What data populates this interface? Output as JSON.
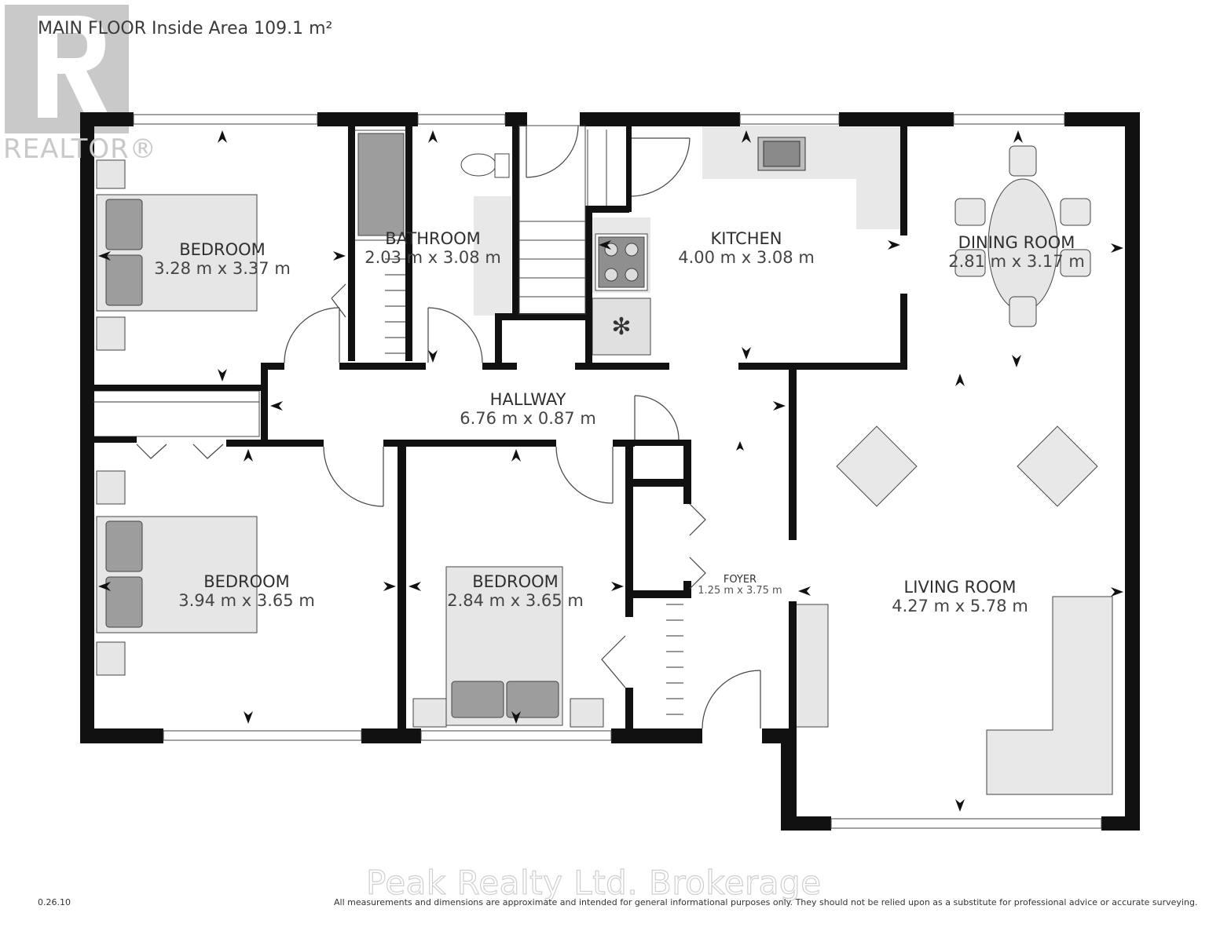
{
  "title": "MAIN FLOOR Inside Area 109.1 m²",
  "realtor_logo": {
    "letter": "R",
    "text": "REALTOR®"
  },
  "rooms": {
    "bedroom_1": {
      "name": "BEDROOM",
      "dims": "3.28 m x 3.37 m"
    },
    "bathroom": {
      "name": "BATHROOM",
      "dims": "2.03 m x 3.08 m"
    },
    "kitchen": {
      "name": "KITCHEN",
      "dims": "4.00 m x 3.08 m"
    },
    "dining_room": {
      "name": "DINING ROOM",
      "dims": "2.81 m x 3.17 m"
    },
    "hallway": {
      "name": "HALLWAY",
      "dims": "6.76 m x 0.87 m"
    },
    "bedroom_2": {
      "name": "BEDROOM",
      "dims": "3.94 m x 3.65 m"
    },
    "bedroom_3": {
      "name": "BEDROOM",
      "dims": "2.84 m x 3.65 m"
    },
    "foyer": {
      "name": "FOYER",
      "dims": "1.25 m x 3.75 m"
    },
    "living_room": {
      "name": "LIVING ROOM",
      "dims": "4.27 m x 5.78 m"
    }
  },
  "footer": {
    "version": "0.26.10",
    "disclaimer": "All measurements and dimensions are approximate and intended for general informational purposes only. They should not be relied upon as a substitute for professional advice or accurate surveying.",
    "brokerage": "Peak Realty Ltd. Brokerage"
  },
  "colors": {
    "wall": "#111111",
    "fixture": "#e8e8e8",
    "fixture_dark": "#9a9a9a",
    "logo": "#c9c9c9"
  }
}
